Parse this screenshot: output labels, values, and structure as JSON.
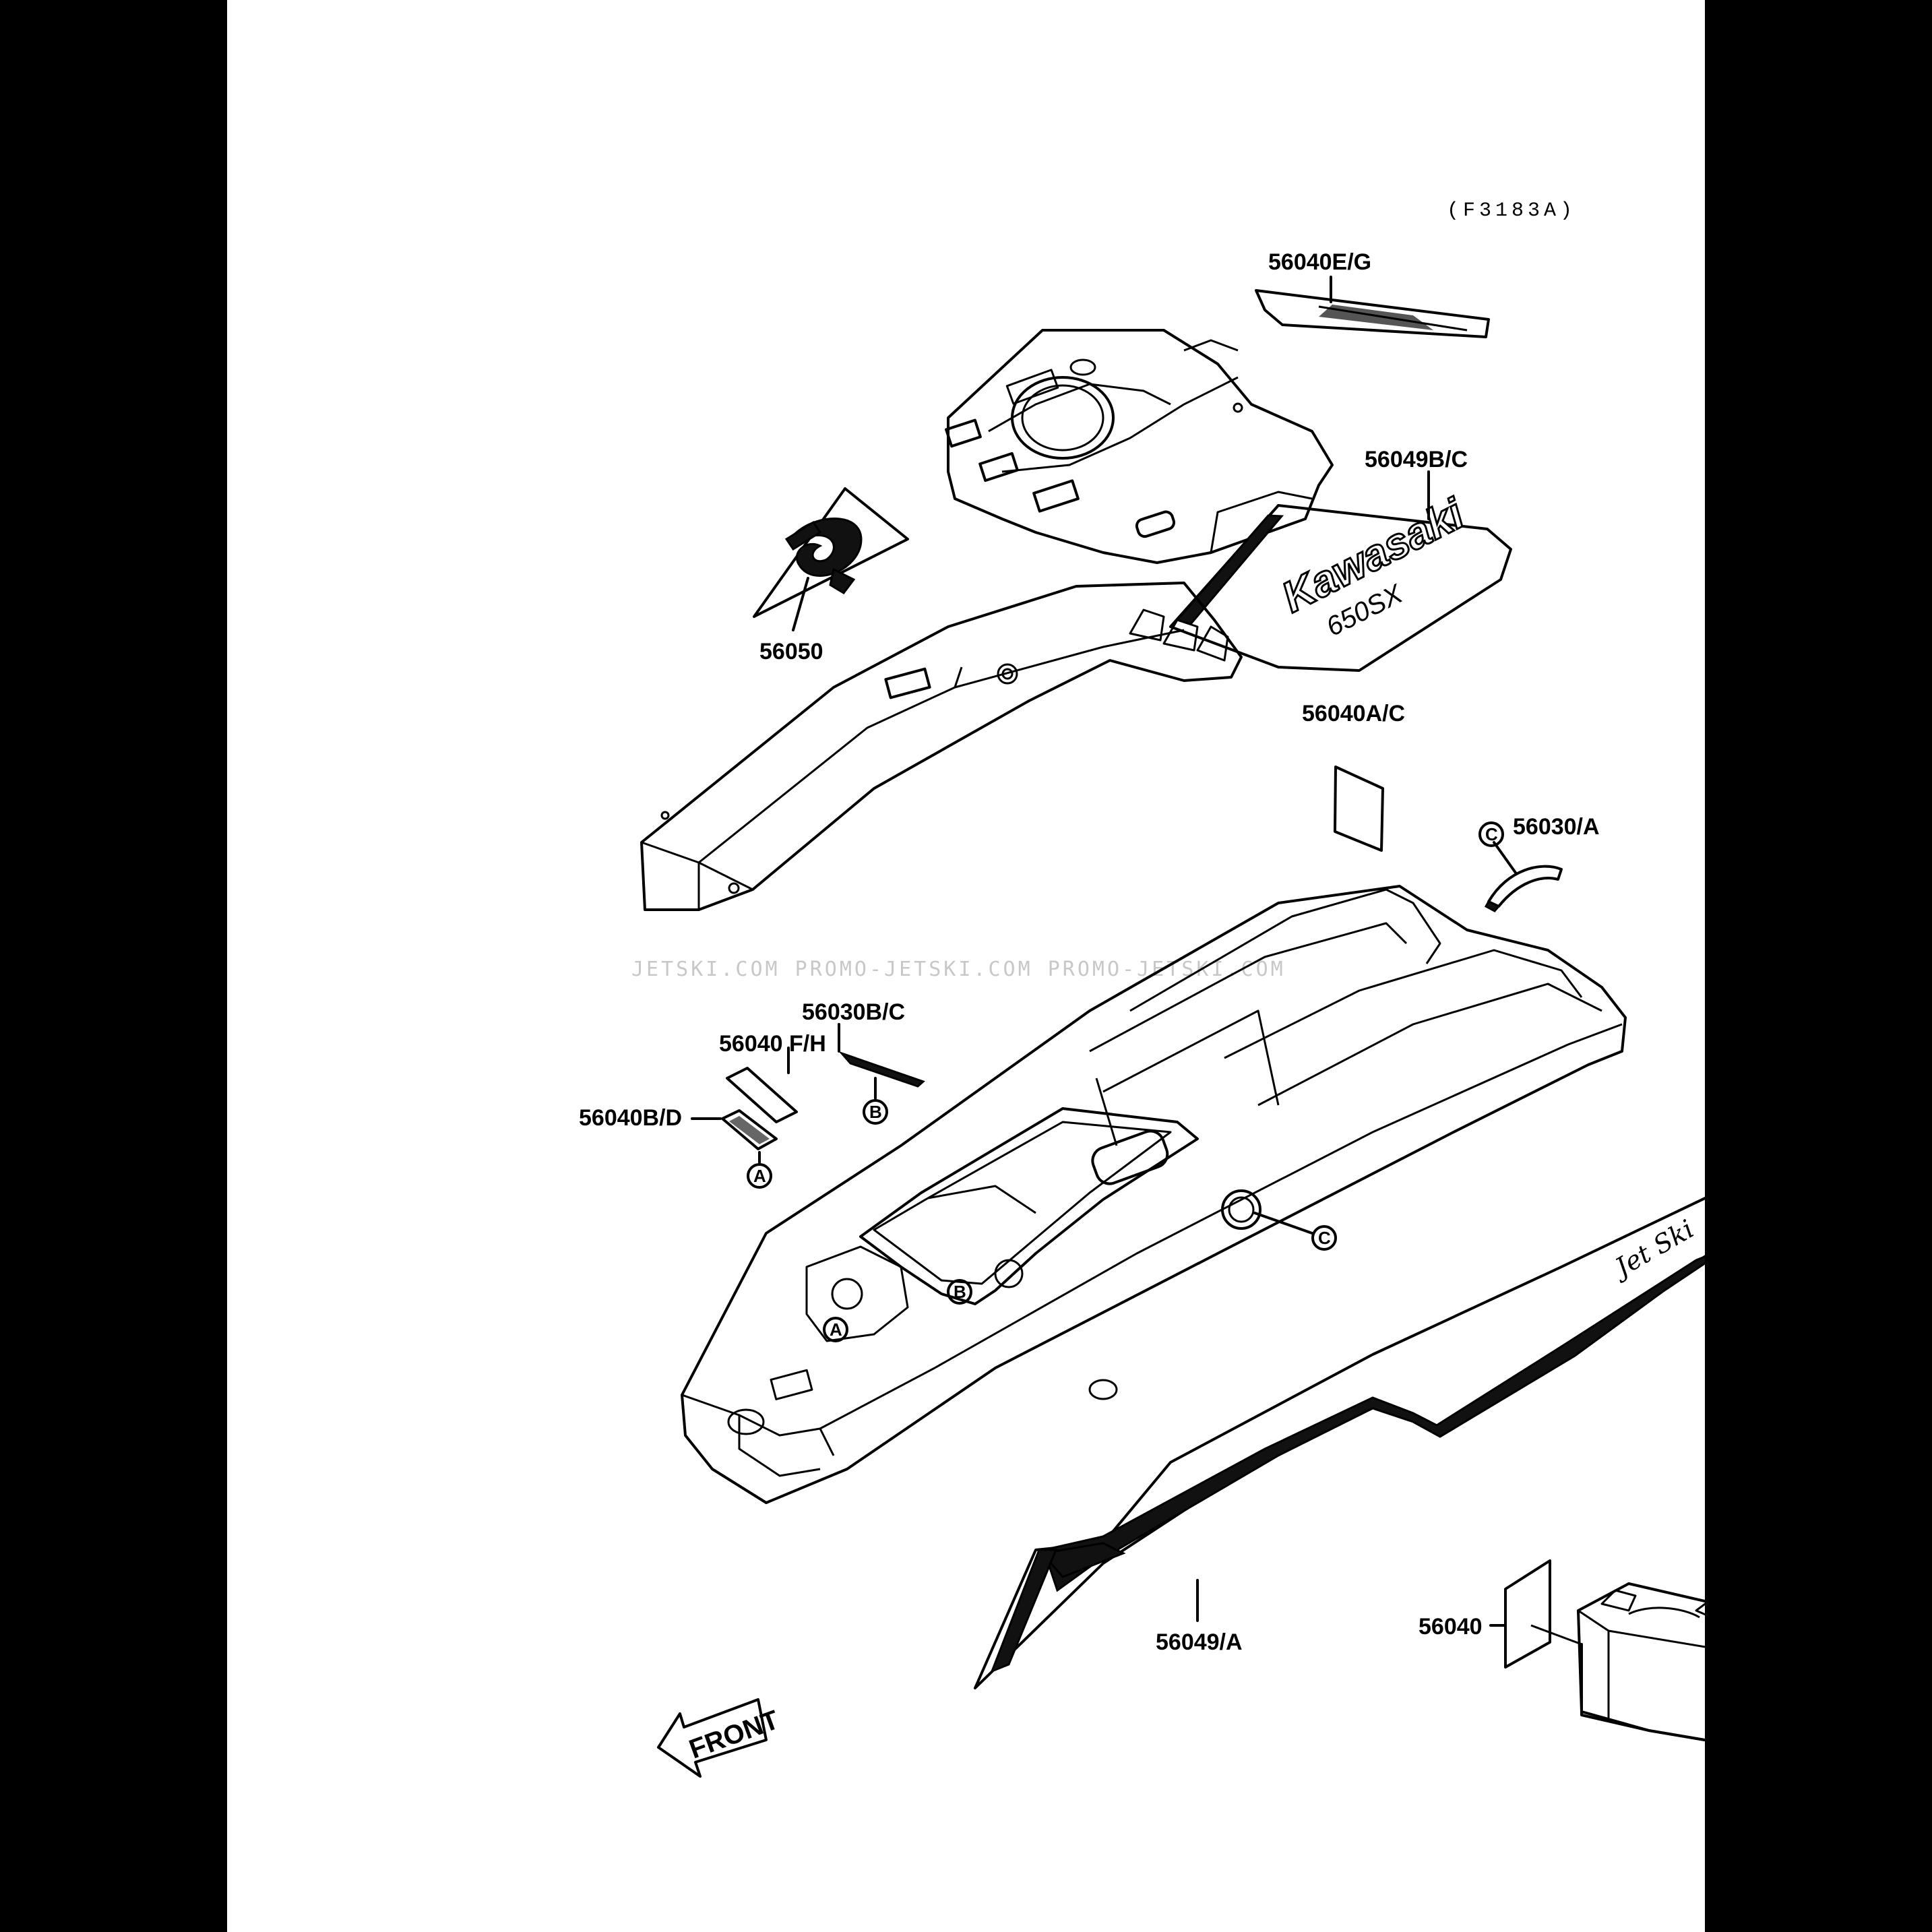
{
  "figure_ref": "(F3183A)",
  "watermark": "JETSKI.COM  PROMO-JETSKI.COM  PROMO-JETSKI.COM",
  "decal_text": {
    "brand": "Kawasaki",
    "model": "650SX",
    "script_logo": "Jet Ski"
  },
  "labels": {
    "p56040EG": "56040E/G",
    "p56049BC": "56049B/C",
    "p56050": "56050",
    "p56040AC": "56040A/C",
    "p56030A": "56030/A",
    "p56030BC": "56030B/C",
    "p56040FH": "56040 F/H",
    "p56040BD": "56040B/D",
    "p56049A": "56049/A",
    "p56040": "56040"
  },
  "markers": {
    "a": "A",
    "b": "B",
    "c": "C"
  },
  "front_label": "FRONT"
}
